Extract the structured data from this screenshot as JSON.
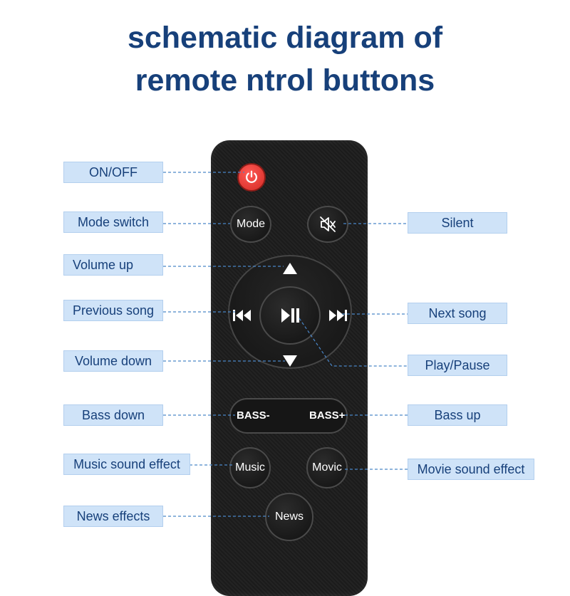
{
  "title": {
    "line1": "schematic diagram of",
    "line2": "remote ntrol buttons"
  },
  "labels": {
    "on_off": "ON/OFF",
    "mode_switch": "Mode switch",
    "volume_up": "Volume up",
    "previous_song": "Previous song",
    "volume_down": "Volume down",
    "bass_down": "Bass down",
    "music_sound_effect": "Music sound effect",
    "news_effects": "News effects",
    "silent": "Silent",
    "next_song": "Next song",
    "play_pause": "Play/Pause",
    "bass_up": "Bass up",
    "movie_sound_effect": "Movie sound effect"
  },
  "buttons": {
    "mode": "Mode",
    "bass_minus": "BASS-",
    "bass_plus": "BASS+",
    "music": "Music",
    "movie": "Movic",
    "news": "News"
  },
  "icons": {
    "power": "power-icon",
    "mute": "mute-icon",
    "up": "triangle-up-icon",
    "down": "triangle-down-icon",
    "prev": "previous-track-icon",
    "next": "next-track-icon",
    "play_pause": "play-pause-icon"
  },
  "colors": {
    "title": "#17407a",
    "label_fill": "#cfe3f8",
    "label_text": "#17407a",
    "leader_line": "#4a86c8",
    "power_button": "#e53935"
  }
}
